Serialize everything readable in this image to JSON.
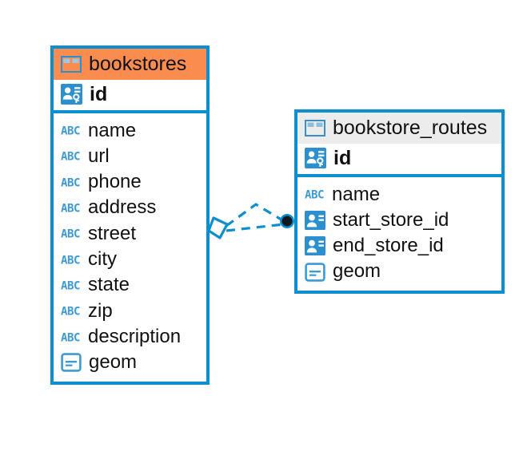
{
  "diagram": {
    "type": "entity-relationship-diagram",
    "background_color": "#ffffff",
    "accent_color": "#0d8ecf",
    "selected_header_color": "#fa8c50",
    "normal_header_color": "#ececec"
  },
  "tables": [
    {
      "name": "bookstores",
      "selected": true,
      "header_icon": "table-grid-icon",
      "primary_key": {
        "label": "id",
        "icon": "primary-key-icon"
      },
      "fields": [
        {
          "label": "name",
          "icon": "text-type-icon"
        },
        {
          "label": "url",
          "icon": "text-type-icon"
        },
        {
          "label": "phone",
          "icon": "text-type-icon"
        },
        {
          "label": "address",
          "icon": "text-type-icon"
        },
        {
          "label": "street",
          "icon": "text-type-icon"
        },
        {
          "label": "city",
          "icon": "text-type-icon"
        },
        {
          "label": "state",
          "icon": "text-type-icon"
        },
        {
          "label": "zip",
          "icon": "text-type-icon"
        },
        {
          "label": "description",
          "icon": "text-type-icon"
        },
        {
          "label": "geom",
          "icon": "geometry-type-icon"
        }
      ]
    },
    {
      "name": "bookstore_routes",
      "selected": false,
      "header_icon": "table-grid-icon",
      "primary_key": {
        "label": "id",
        "icon": "primary-key-icon"
      },
      "fields": [
        {
          "label": "name",
          "icon": "text-type-icon"
        },
        {
          "label": "start_store_id",
          "icon": "foreign-key-icon"
        },
        {
          "label": "end_store_id",
          "icon": "foreign-key-icon"
        },
        {
          "label": "geom",
          "icon": "geometry-type-icon"
        }
      ]
    }
  ],
  "relationship": {
    "style": "dashed",
    "color": "#0d8ecf",
    "source_endpoint": "diamond",
    "target_endpoint": "filled-circle",
    "selected": true
  },
  "icon_glyphs": {
    "text-type-icon": "ABC",
    "primary-key-icon": "id-badge-with-key",
    "foreign-key-icon": "id-badge",
    "geometry-type-icon": "rounded-rect-with-line",
    "table-grid-icon": "grid-2x2"
  }
}
